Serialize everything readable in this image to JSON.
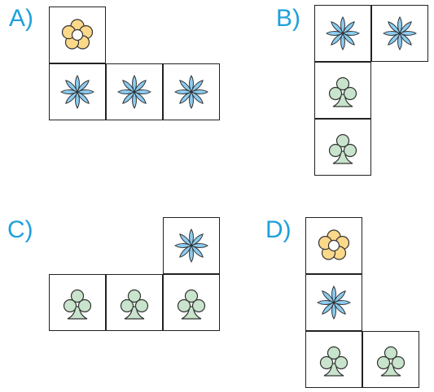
{
  "colors": {
    "label": "#1fa0dc",
    "tile_border": "#222222",
    "flower_petal": "#fcd88a",
    "flower_center": "#ffffff",
    "snowflake_petal": "#8ccdf2",
    "club_leaf": "#c8e4cc",
    "stroke": "#333333"
  },
  "options": [
    {
      "label": "A)",
      "tiles": [
        "flower-icon",
        "snowflake-icon",
        "snowflake-icon",
        "snowflake-icon"
      ]
    },
    {
      "label": "B)",
      "tiles": [
        "snowflake-icon",
        "snowflake-icon",
        "club-icon",
        "club-icon"
      ]
    },
    {
      "label": "C)",
      "tiles": [
        "snowflake-icon",
        "club-icon",
        "club-icon",
        "club-icon"
      ]
    },
    {
      "label": "D)",
      "tiles": [
        "flower-icon",
        "snowflake-icon",
        "club-icon",
        "club-icon"
      ]
    }
  ]
}
